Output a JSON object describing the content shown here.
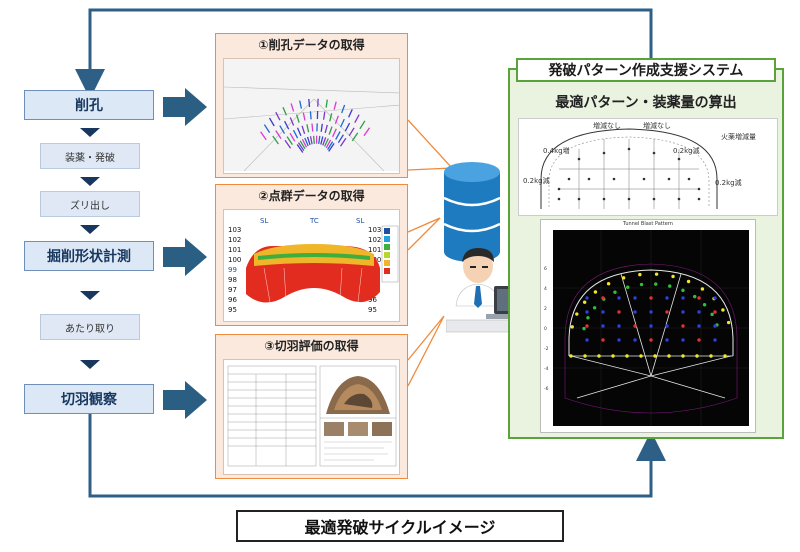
{
  "process": {
    "drilling": "削孔",
    "charging": "装薬・発破",
    "mucking": "ズリ出し",
    "profile_measure": "掘削形状計測",
    "scaling": "あたり取り",
    "face_observation": "切羽観察"
  },
  "panels": {
    "drill_data": {
      "title": "①削孔データの取得"
    },
    "point_cloud": {
      "title": "②点群データの取得",
      "labels_top": [
        "SL",
        "TC",
        "SL"
      ],
      "labels_left": [
        "103",
        "102",
        "101",
        "100",
        "99",
        "98",
        "97",
        "96",
        "95"
      ],
      "labels_right": [
        "103",
        "102",
        "101",
        "100",
        "99",
        "98",
        "97",
        "96",
        "95"
      ]
    },
    "face_eval": {
      "title": "③切羽評価の取得"
    }
  },
  "system": {
    "title": "発破パターン作成支援システム",
    "subtitle": "最適パターン・装薬量の算出",
    "pattern": {
      "labels": [
        "増減なし",
        "増減なし",
        "0.4kg増",
        "0.2kg減",
        "0.2kg減",
        "0.2kg減",
        "火薬増減量"
      ]
    },
    "plot_title": "Tunnel Blast Pattern",
    "y_ticks": [
      "6",
      "4",
      "2",
      "0",
      "-2",
      "-4",
      "-6"
    ]
  },
  "colors": {
    "navy": "#17375e",
    "arrow": "#2e5f86",
    "orange": "#f08a3c",
    "green": "#5aa33a",
    "db": "#1f7bbf"
  },
  "footer": {
    "title": "最適発破サイクルイメージ"
  }
}
